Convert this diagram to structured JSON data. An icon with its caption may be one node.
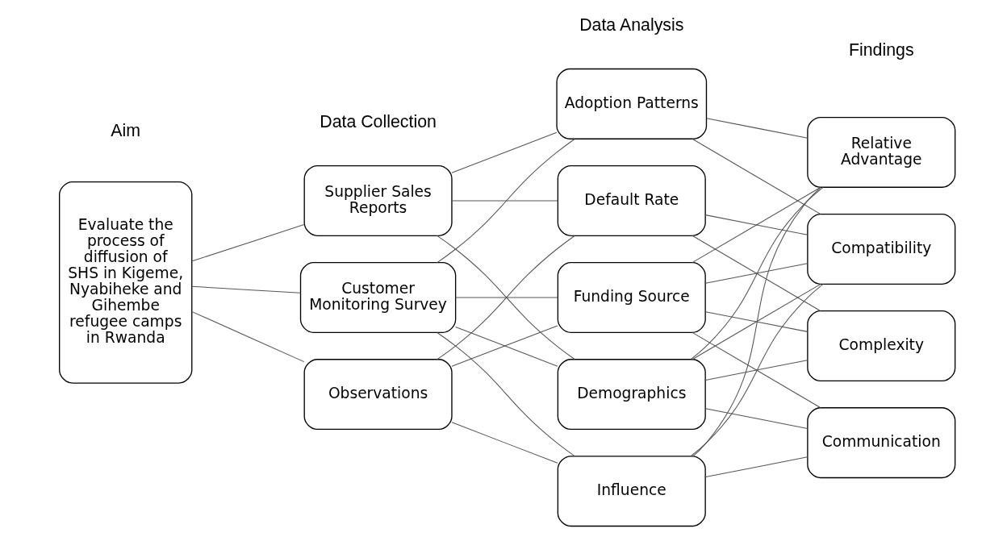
{
  "diagram": {
    "nodes": [
      {
        "text": [
          "Evaluate the process of diffusion of SHS in Kigeme, Nyabiheke and Gihembe refugee camps in Rwanda"
        ]
      },
      {
        "text": [
          "Supplier Sales Reports"
        ]
      },
      {
        "text": [
          "Customer Monitoring Survey"
        ]
      },
      {
        "text": [
          "Observations"
        ]
      },
      {
        "text": [
          "Adoption Patterns"
        ]
      },
      {
        "text": [
          "Default Rate"
        ]
      },
      {
        "text": [
          "Funding Source"
        ]
      },
      {
        "text": [
          "Demographics"
        ]
      },
      {
        "text": [
          "Influence"
        ]
      },
      {
        "text": [
          "Relative Advantage"
        ]
      },
      {
        "text": [
          "Compatibility"
        ]
      },
      {
        "text": [
          "Complexity"
        ]
      },
      {
        "text": [
          "Communication"
        ]
      }
    ],
    "edges": [
      {
        "from": 0,
        "to": 1,
        "arrow": "none"
      },
      {
        "from": 0,
        "to": 2,
        "arrow": "none"
      },
      {
        "from": 0,
        "to": 3,
        "arrow": "none"
      },
      {
        "from": 1,
        "to": 4,
        "arrow": "none"
      },
      {
        "from": 1,
        "to": 5,
        "arrow": "none"
      },
      {
        "from": 1,
        "to": 7,
        "arrow": "none"
      },
      {
        "from": 2,
        "to": 4,
        "arrow": "none"
      },
      {
        "from": 2,
        "to": 6,
        "arrow": "none"
      },
      {
        "from": 2,
        "to": 7,
        "arrow": "none"
      },
      {
        "from": 2,
        "to": 8,
        "arrow": "none"
      },
      {
        "from": 3,
        "to": 5,
        "arrow": "none"
      },
      {
        "from": 3,
        "to": 6,
        "arrow": "none"
      },
      {
        "from": 3,
        "to": 8,
        "arrow": "none"
      },
      {
        "from": 4,
        "to": 9,
        "arrow": "none"
      },
      {
        "from": 4,
        "to": 10,
        "arrow": "none"
      },
      {
        "from": 5,
        "to": 10,
        "arrow": "none"
      },
      {
        "from": 5,
        "to": 11,
        "arrow": "none"
      },
      {
        "from": 6,
        "to": 9,
        "arrow": "none"
      },
      {
        "from": 6,
        "to": 10,
        "arrow": "none"
      },
      {
        "from": 6,
        "to": 11,
        "arrow": "none"
      },
      {
        "from": 6,
        "to": 12,
        "arrow": "none"
      },
      {
        "from": 7,
        "to": 9,
        "arrow": "none"
      },
      {
        "from": 7,
        "to": 10,
        "arrow": "none"
      },
      {
        "from": 7,
        "to": 11,
        "arrow": "none"
      },
      {
        "from": 7,
        "to": 12,
        "arrow": "none"
      },
      {
        "from": 8,
        "to": 9,
        "arrow": "none"
      },
      {
        "from": 8,
        "to": 10,
        "arrow": "none"
      },
      {
        "from": 8,
        "to": 12,
        "arrow": "none"
      }
    ],
    "labels": [
      "Aim",
      "Data Collection",
      "Data Analysis",
      "Findings"
    ]
  }
}
